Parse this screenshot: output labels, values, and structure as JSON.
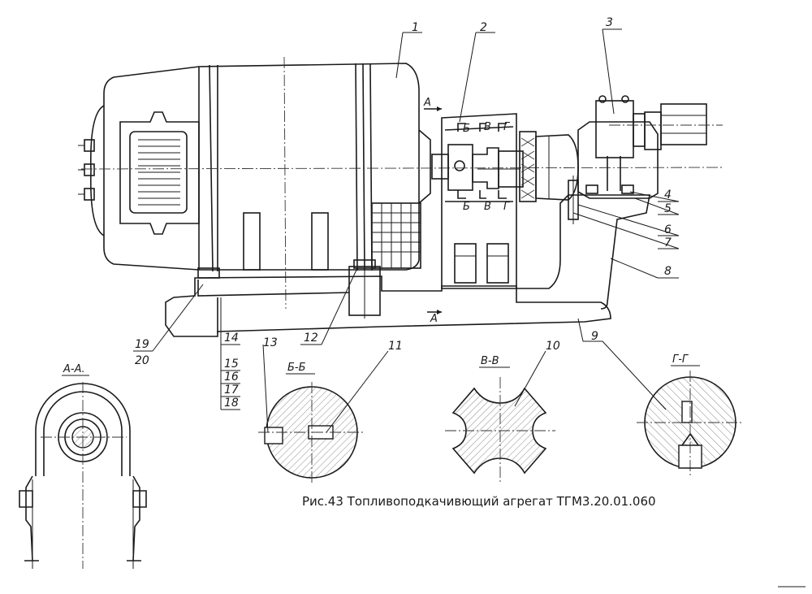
{
  "caption": "Рис.43 Топливоподкачивющий агрегат ТГМ3.20.01.060",
  "part_labels": [
    "1",
    "2",
    "3",
    "4",
    "5",
    "6",
    "7",
    "8",
    "9",
    "10",
    "11",
    "12",
    "13",
    "14",
    "15",
    "16",
    "17",
    "18",
    "19",
    "20"
  ],
  "section_marks": {
    "a_top": "А",
    "a_bottom": "А",
    "b_top": "Б",
    "b_bottom": "Б",
    "v_top": "В",
    "v_bottom": "В",
    "g_top": "Г",
    "g_bottom": "Г"
  },
  "section_titles": {
    "aa": "А-А.",
    "bb": "Б-Б",
    "vv": "В-В",
    "gg": "Г-Г"
  }
}
